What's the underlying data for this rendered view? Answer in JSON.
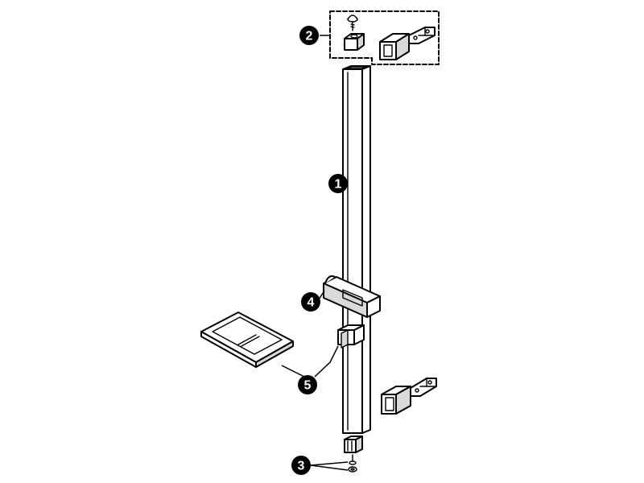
{
  "callouts": [
    {
      "id": "1",
      "label": "1"
    },
    {
      "id": "2",
      "label": "2"
    },
    {
      "id": "3",
      "label": "3"
    },
    {
      "id": "4",
      "label": "4"
    },
    {
      "id": "5",
      "label": "5"
    }
  ],
  "colors": {
    "line": "#000000",
    "background": "#ffffff",
    "shade": "#d9d9d9"
  }
}
